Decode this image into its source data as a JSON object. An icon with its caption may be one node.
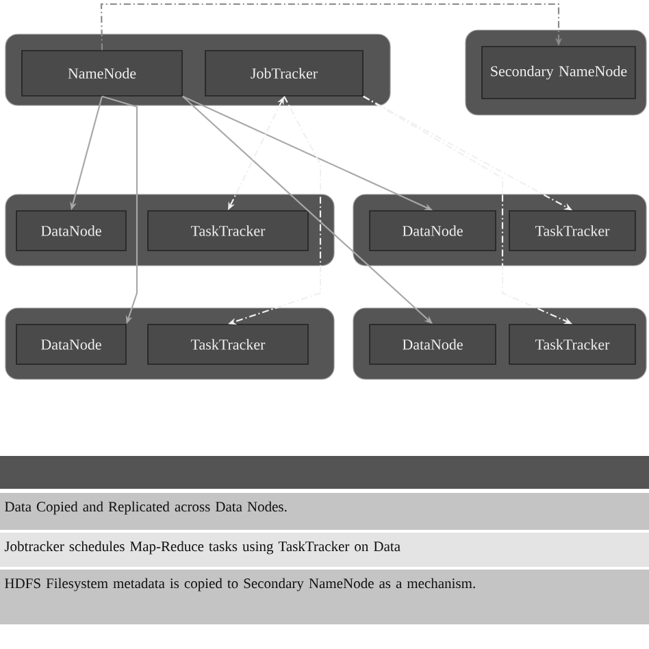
{
  "diagram": {
    "nodes": [
      {
        "text": [],
        "shape": "box"
      },
      {
        "text": [
          "NameNode"
        ],
        "in": 0
      },
      {
        "text": [
          "JobTracker"
        ],
        "in": 0
      },
      {
        "text": [],
        "shape": "box"
      },
      {
        "text": [
          "Secondary NameNode"
        ],
        "in": 3
      },
      {
        "text": [],
        "shape": "box"
      },
      {
        "text": [
          "DataNode"
        ],
        "in": 5
      },
      {
        "text": [
          "TaskTracker"
        ],
        "in": 5
      },
      {
        "text": [],
        "shape": "box"
      },
      {
        "text": [
          "DataNode"
        ],
        "in": 8
      },
      {
        "text": [
          "TaskTracker"
        ],
        "in": 8
      },
      {
        "text": [],
        "shape": "box"
      },
      {
        "text": [
          "DataNode"
        ],
        "in": 11
      },
      {
        "text": [
          "TaskTracker"
        ],
        "in": 11
      },
      {
        "text": [],
        "shape": "box"
      },
      {
        "text": [
          "DataNode"
        ],
        "in": 14
      },
      {
        "text": [
          "TaskTracker"
        ],
        "in": 14
      }
    ],
    "edges": [
      {
        "from": 1,
        "to": 4,
        "arrow": "to",
        "style": "dashed",
        "color": "#8a8a8a"
      },
      {
        "from": 1,
        "to": 6,
        "arrow": "to"
      },
      {
        "from": 1,
        "to": 12,
        "arrow": "to"
      },
      {
        "from": 1,
        "to": 9,
        "arrow": "to"
      },
      {
        "from": 1,
        "to": 15,
        "arrow": "to"
      },
      {
        "from": 2,
        "to": 7,
        "arrow": "both",
        "style": "dashed",
        "color": "#f0f0f0"
      },
      {
        "from": 2,
        "to": 13,
        "arrow": "to",
        "style": "dashed",
        "color": "#f0f0f0"
      },
      {
        "from": 2,
        "to": 10,
        "arrow": "to",
        "style": "dashed",
        "color": "#f0f0f0"
      },
      {
        "from": 2,
        "to": 16,
        "arrow": "to",
        "style": "dashed",
        "color": "#f0f0f0"
      }
    ],
    "labels": [
      "Data Copied and Replicated across Data Nodes.",
      "Jobtracker schedules Map-Reduce tasks using TaskTracker on Data",
      "HDFS Filesystem metadata is copied to Secondary NameNode as a mechanism."
    ]
  }
}
